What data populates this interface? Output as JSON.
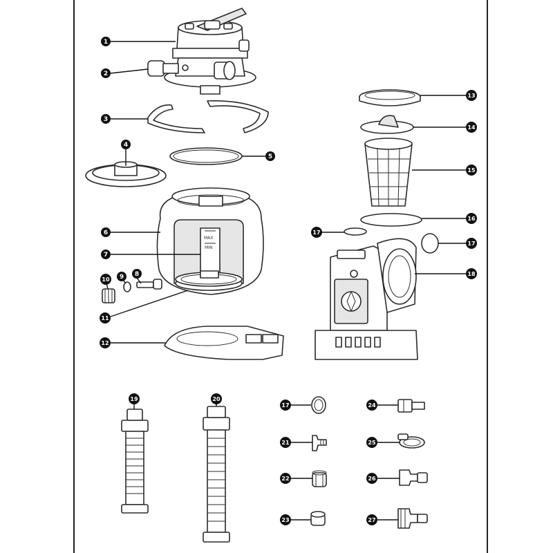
{
  "callouts": {
    "c1": "1",
    "c2": "2",
    "c3": "3",
    "c4": "4",
    "c5": "5",
    "c6": "6",
    "c7": "7",
    "c8": "8",
    "c9": "9",
    "c10": "10",
    "c11": "11",
    "c12": "12",
    "c13": "13",
    "c14": "14",
    "c15": "15",
    "c16": "16",
    "c17a": "17",
    "c17b": "17",
    "c18": "18",
    "c19": "19",
    "c20": "20",
    "c17c": "17",
    "c21": "21",
    "c22": "22",
    "c23": "23",
    "c24": "24",
    "c25": "25",
    "c26": "26",
    "c27": "27"
  },
  "scale": {
    "max": "MAX",
    "min": "MIN"
  },
  "colors": {
    "line": "#2a2a2a",
    "badge": "#111111",
    "badge_text": "#ffffff"
  }
}
